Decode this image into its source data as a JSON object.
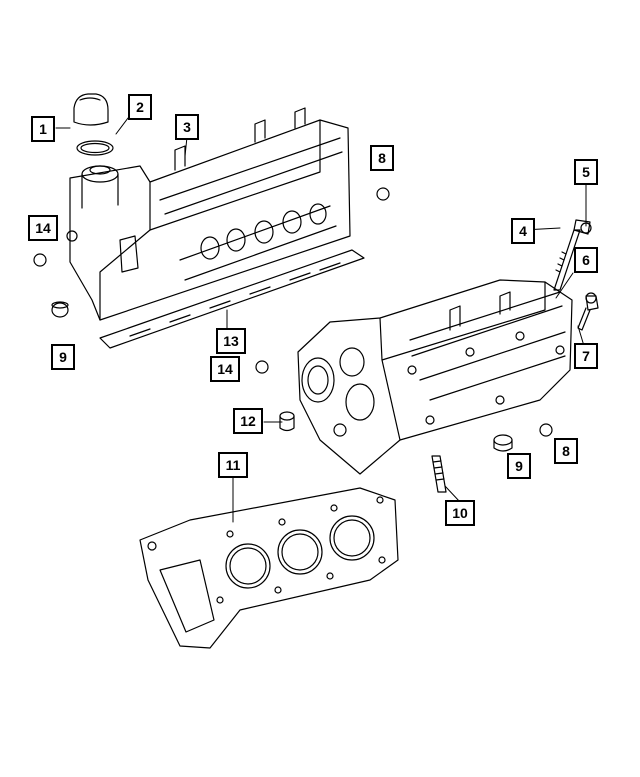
{
  "diagram": {
    "callouts": [
      "1",
      "2",
      "3",
      "4",
      "5",
      "6",
      "7",
      "8",
      "8",
      "9",
      "9",
      "10",
      "11",
      "12",
      "13",
      "14",
      "14"
    ]
  }
}
